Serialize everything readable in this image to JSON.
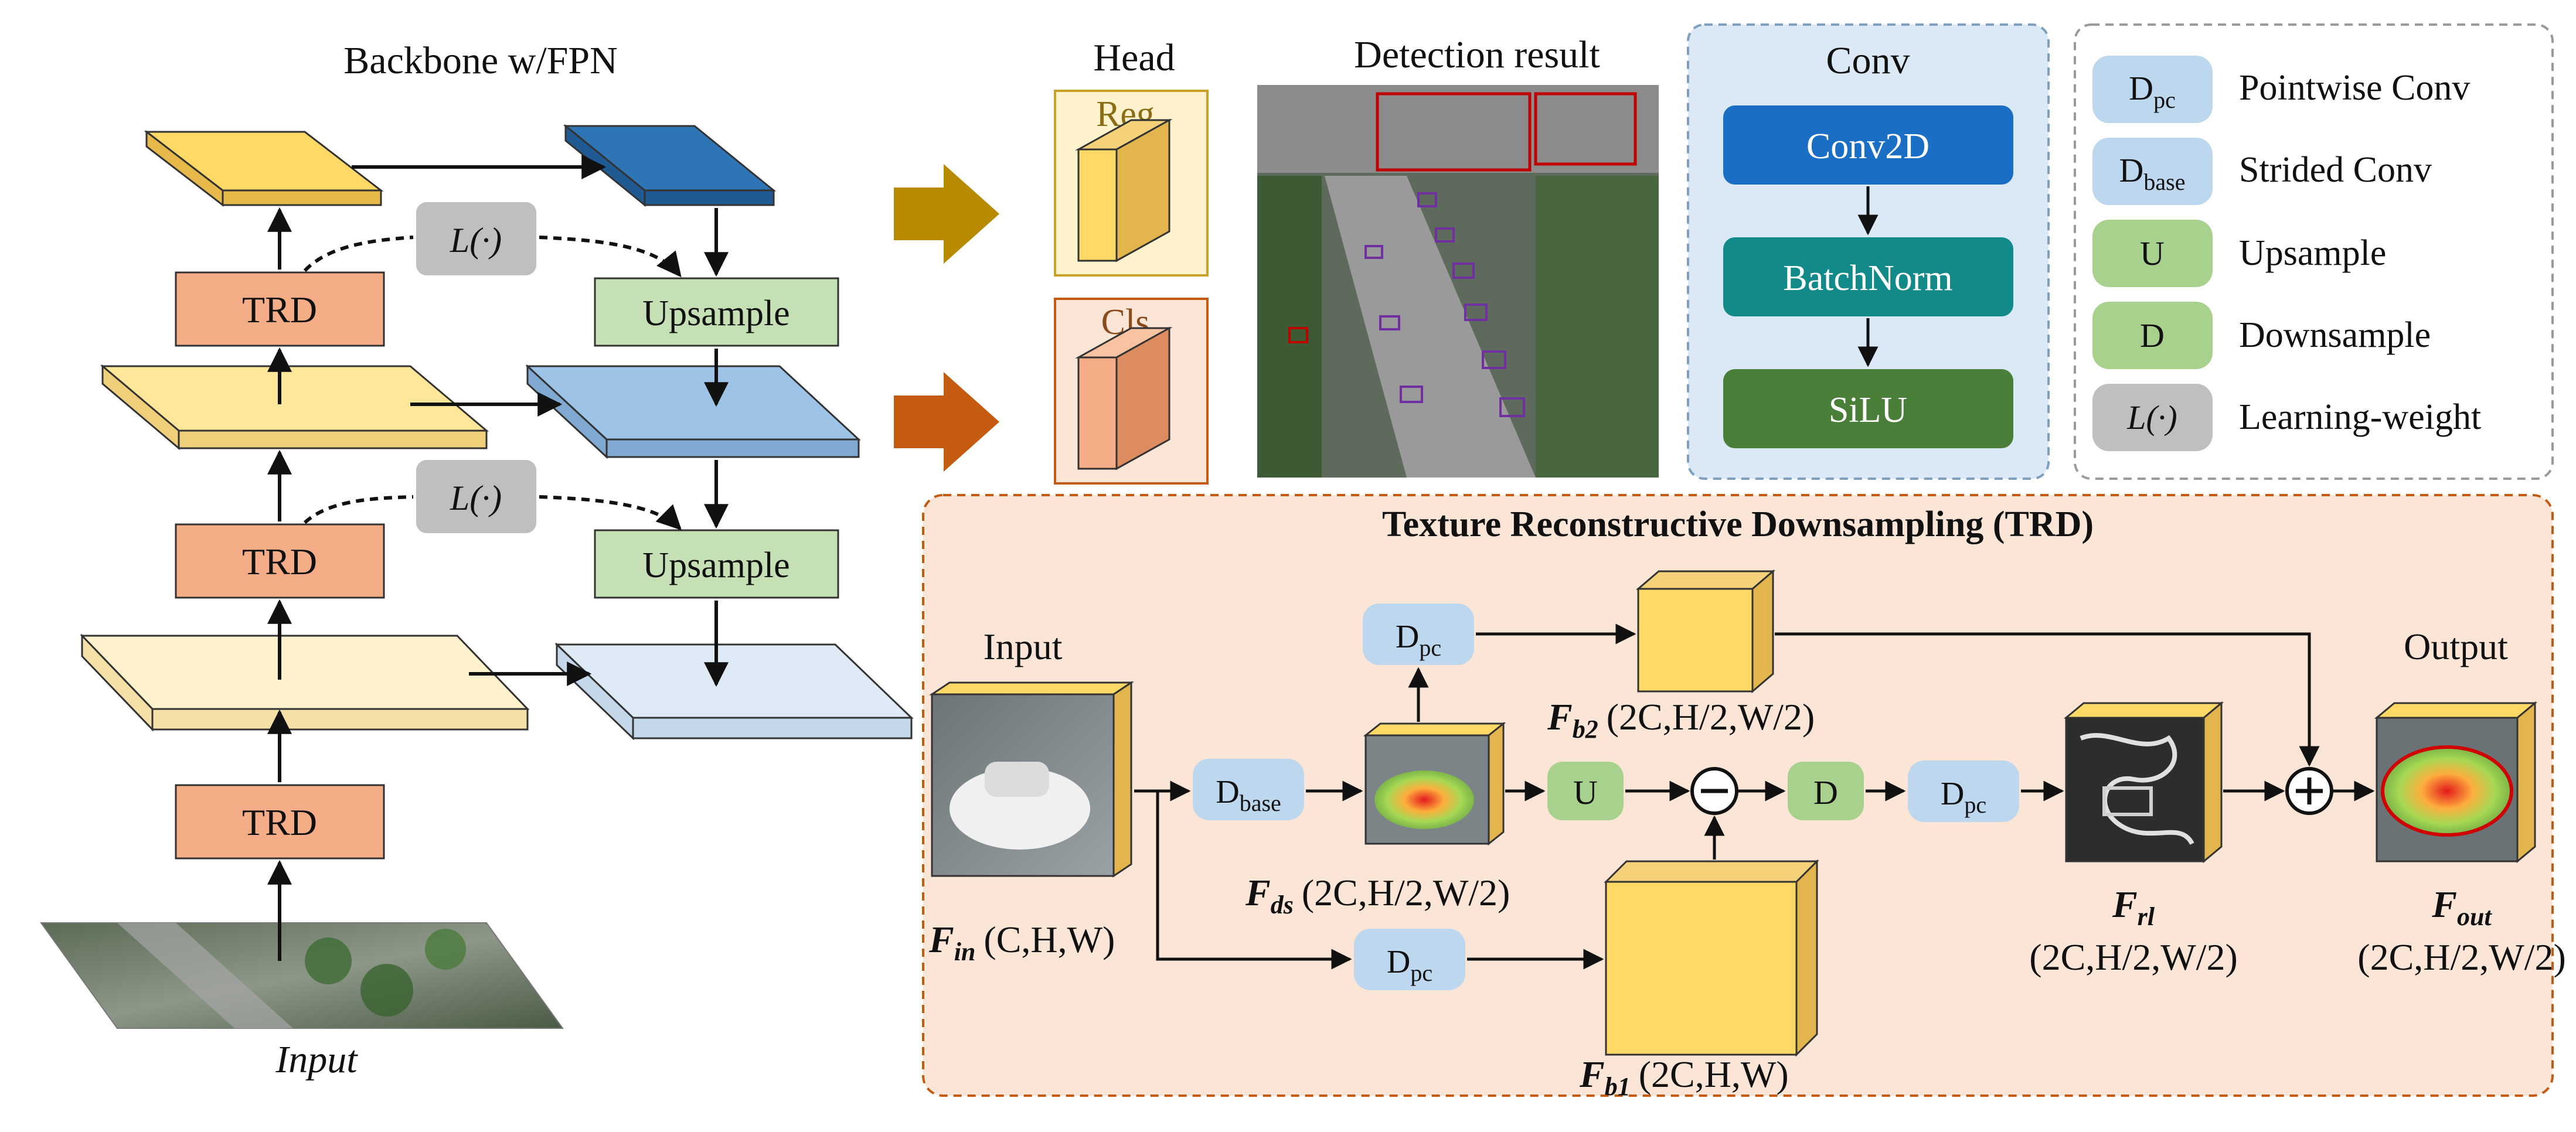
{
  "backbone": {
    "title": "Backbone w/FPN",
    "trd_label": "TRD",
    "upsample_label": "Upsample",
    "learning_weight": "L(·)",
    "input_caption": "Input"
  },
  "head": {
    "title": "Head",
    "reg_label": "Reg",
    "cls_label": "Cls"
  },
  "detection": {
    "title": "Detection result"
  },
  "conv_block": {
    "title": "Conv",
    "steps": [
      "Conv2D",
      "BatchNorm",
      "SiLU"
    ]
  },
  "legend": {
    "items": [
      {
        "symbol": "D",
        "sub": "pc",
        "label": "Pointwise Conv"
      },
      {
        "symbol": "D",
        "sub": "base",
        "label": "Strided Conv"
      },
      {
        "symbol": "U",
        "sub": "",
        "label": "Upsample"
      },
      {
        "symbol": "D",
        "sub": "",
        "label": "Downsample"
      },
      {
        "symbol": "L(·)",
        "sub": "",
        "label": "Learning-weight"
      }
    ]
  },
  "trd": {
    "title": "Texture Reconstructive Downsampling (TRD)",
    "input_label": "Input",
    "output_label": "Output",
    "dpc_label": "D",
    "dpc_sub": "pc",
    "dbase_label": "D",
    "dbase_sub": "base",
    "u_label": "U",
    "d_label": "D",
    "f_in": {
      "name": "F",
      "sub": "in",
      "shape": "(C,H,W)"
    },
    "f_ds": {
      "name": "F",
      "sub": "ds",
      "shape": "(2C,H/2,W/2)"
    },
    "f_b2": {
      "name": "F",
      "sub": "b2",
      "shape": "(2C,H/2,W/2)"
    },
    "f_b1": {
      "name": "F",
      "sub": "b1",
      "shape": "(2C,H,W)"
    },
    "f_rl": {
      "name": "F",
      "sub": "rl",
      "shape": "(2C,H/2,W/2)"
    },
    "f_out": {
      "name": "F",
      "sub": "out",
      "shape": "(2C,H/2,W/2)"
    }
  },
  "colors": {
    "trd_box": "#f4ad86",
    "upsample_box": "#c5e0b4",
    "lw_box": "#bfbfbf",
    "blue_light": "#bdd7ee",
    "conv2d": "#1a6fc4",
    "batchnorm": "#138a8a",
    "silu": "#4a7f3a",
    "reg_arrow": "#b88a00",
    "cls_arrow": "#c55a11"
  }
}
